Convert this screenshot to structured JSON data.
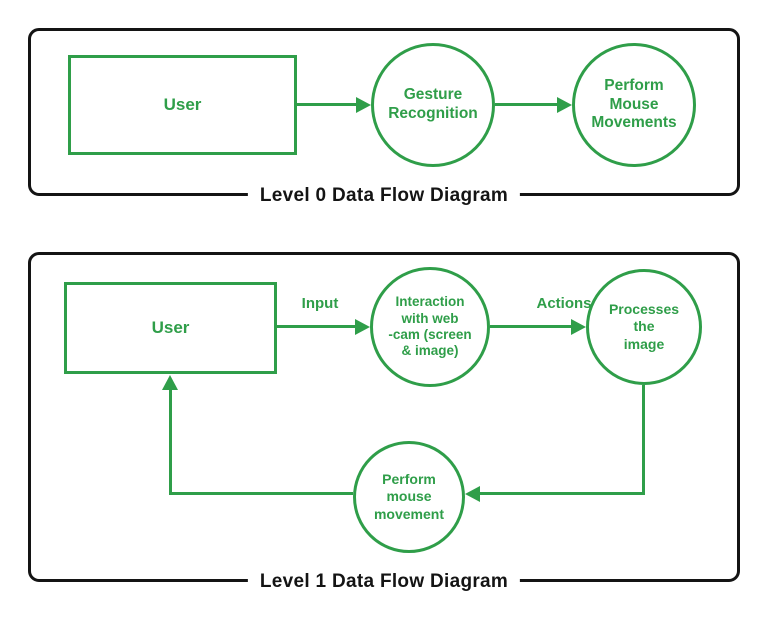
{
  "colors": {
    "green": "#2f9e49",
    "ink": "#141414"
  },
  "level0": {
    "title": "Level 0 Data Flow Diagram",
    "user": "User",
    "process_gesture": "Gesture\nRecognition",
    "process_mouse": "Perform\nMouse\nMovements"
  },
  "level1": {
    "title": "Level 1 Data Flow Diagram",
    "user": "User",
    "label_input": "Input",
    "label_actions": "Actions",
    "process_webcam": "Interaction\nwith web\n-cam (screen\n& image)",
    "process_image": "Processes\nthe\nimage",
    "process_mouse": "Perform\nmouse\nmovement"
  }
}
